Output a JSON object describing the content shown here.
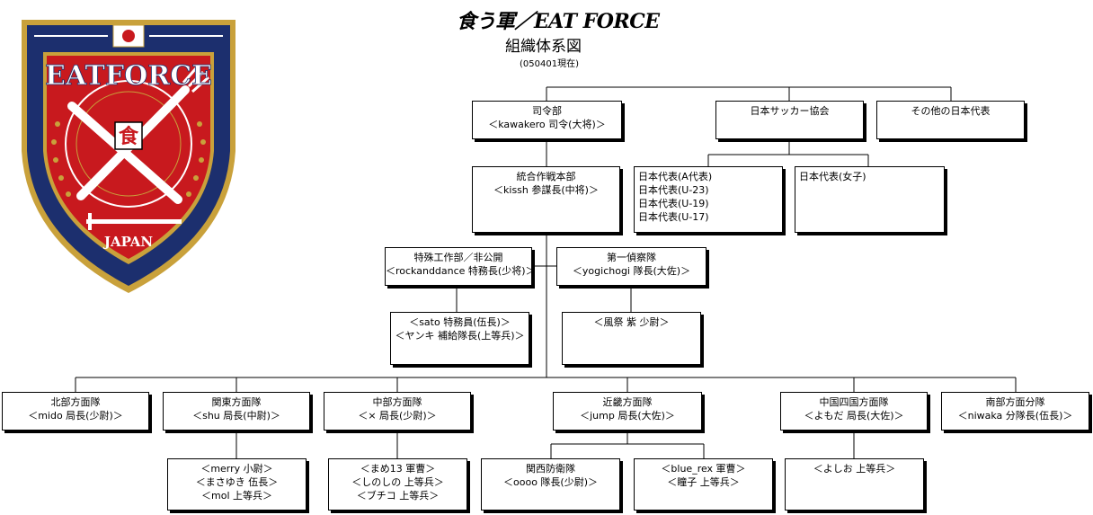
{
  "title": {
    "main": "食う軍／EAT FORCE",
    "sub": "組織体系図",
    "date": "(050401現在)"
  },
  "emblem": {
    "text": "EATFORCE",
    "kanji": "食",
    "country": "JAPAN",
    "colors": {
      "navy": "#1c2f6e",
      "red": "#c8191e",
      "gold": "#c9a13b",
      "white": "#ffffff"
    }
  },
  "nodes": {
    "hq": [
      "司令部",
      "＜kawakero 司令(大将)＞"
    ],
    "jfa": [
      "日本サッカー協会"
    ],
    "other_rep": [
      "その他の日本代表"
    ],
    "joint": [
      "統合作戦本部",
      "＜kissh 参謀長(中将)＞"
    ],
    "national_men": [
      "日本代表(A代表)",
      "日本代表(U-23)",
      "日本代表(U-19)",
      "日本代表(U-17)"
    ],
    "national_women": [
      "日本代表(女子)"
    ],
    "special": [
      "特殊工作部／非公開",
      "＜rockanddance 特務長(少将)＞"
    ],
    "special_members": [
      "＜sato 特務員(伍長)＞",
      "＜ヤンキ 補給隊長(上等兵)＞"
    ],
    "recon": [
      "第一偵察隊",
      "＜yogichogi 隊長(大佐)＞"
    ],
    "recon_members": [
      "＜風祭 紫 少尉＞"
    ],
    "north": [
      "北部方面隊",
      "＜mido 局長(少尉)＞"
    ],
    "kanto": [
      "関東方面隊",
      "＜shu 局長(中尉)＞"
    ],
    "kanto_members": [
      "＜merry 小尉＞",
      "＜まさゆき 伍長＞",
      "＜mol 上等兵＞"
    ],
    "chubu": [
      "中部方面隊",
      "＜× 局長(少尉)＞"
    ],
    "chubu_members": [
      "＜まめ13 軍曹＞",
      "＜しのしの 上等兵＞",
      "＜ブチコ 上等兵＞"
    ],
    "kinki": [
      "近畿方面隊",
      "＜jump 局長(大佐)＞"
    ],
    "kansai_def": [
      "関西防衛隊",
      "＜oooo 隊長(少尉)＞"
    ],
    "kinki_members": [
      "＜blue_rex 軍曹＞",
      "＜瞳子 上等兵＞"
    ],
    "chugoku": [
      "中国四国方面隊",
      "＜よもだ 局長(大佐)＞"
    ],
    "chugoku_members": [
      "＜よしお 上等兵＞"
    ],
    "south": [
      "南部方面分隊",
      "＜niwaka 分隊長(伍長)＞"
    ]
  }
}
